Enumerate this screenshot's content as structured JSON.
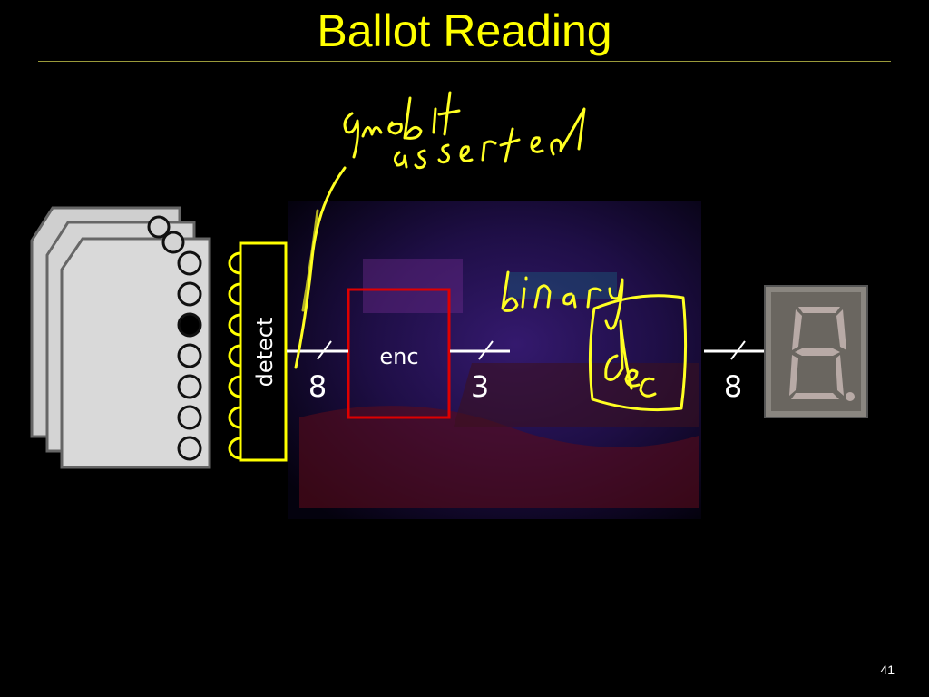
{
  "title": "Ballot Reading",
  "slide_number": "41",
  "blocks": {
    "detect": "detect",
    "enc": "enc"
  },
  "buses": {
    "detect_to_enc": "8",
    "enc_to_dec": "3",
    "dec_to_display": "8"
  },
  "ballot": {
    "total_bubbles": 7,
    "filled_index": 2
  },
  "colors": {
    "title": "#ffff00",
    "detect_border": "#ffff00",
    "enc_border": "#e00000",
    "annotation": "#ffff22",
    "ballot_fill": "#d9d9d9"
  },
  "icons": [
    "ballot-card-icon",
    "seven-segment-display-icon",
    "calculator-photo-background"
  ]
}
